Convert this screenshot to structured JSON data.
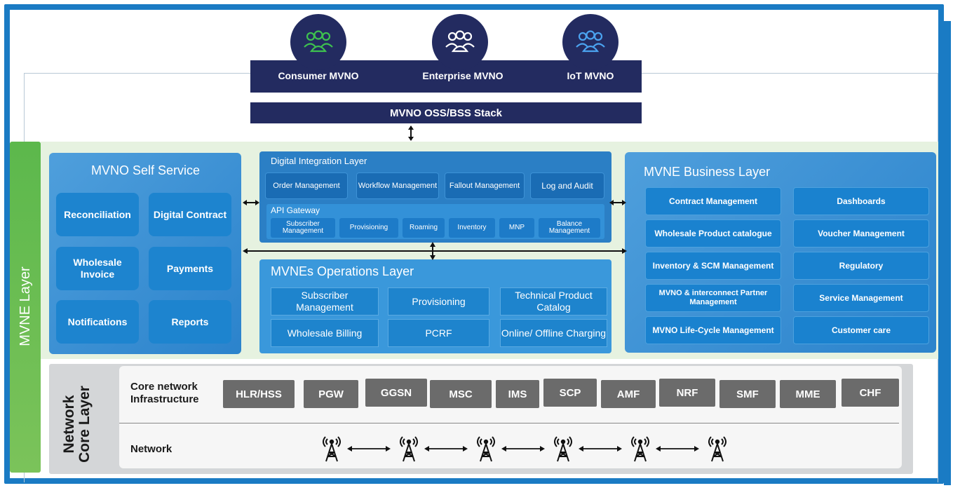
{
  "personas": [
    {
      "label": "Consumer MVNO",
      "icon": "people-group-icon",
      "icon_color": "#3ec14f"
    },
    {
      "label": "Enterprise MVNO",
      "icon": "people-group-icon",
      "icon_color": "#ffffff"
    },
    {
      "label": "IoT MVNO",
      "icon": "people-group-icon",
      "icon_color": "#4ba3f0"
    }
  ],
  "stack_label": "MVNO OSS/BSS Stack",
  "mvne_layer_label": "MVNE Layer",
  "self_service": {
    "title": "MVNO Self Service",
    "items": [
      "Reconciliation",
      "Digital Contract",
      "Wholesale Invoice",
      "Payments",
      "Notifications",
      "Reports"
    ]
  },
  "digital_integration": {
    "title": "Digital Integration Layer",
    "items": [
      "Order Management",
      "Workflow Management",
      "Fallout Management",
      "Log and Audit"
    ],
    "api_gateway": {
      "title": "API Gateway",
      "items": [
        "Subscriber Management",
        "Provisioning",
        "Roaming",
        "Inventory",
        "MNP",
        "Balance Management"
      ]
    }
  },
  "operations": {
    "title": "MVNEs Operations Layer",
    "items": [
      "Subscriber Management",
      "Provisioning",
      "Technical Product Catalog",
      "Wholesale Billing",
      "PCRF",
      "Online/ Offline Charging"
    ]
  },
  "business": {
    "title": "MVNE Business Layer",
    "left": [
      "Contract Management",
      "Wholesale Product catalogue",
      "Inventory & SCM Management",
      "MVNO & interconnect Partner Management",
      "MVNO Life-Cycle Management"
    ],
    "right": [
      "Dashboards",
      "Voucher Management",
      "Regulatory",
      "Service Management",
      "Customer care"
    ]
  },
  "core": {
    "title": "Network Core Layer",
    "infra_label": "Core network Infrastructure",
    "network_label": "Network",
    "elements": [
      "HLR/HSS",
      "PGW",
      "GGSN",
      "MSC",
      "IMS",
      "SCP",
      "AMF",
      "NRF",
      "SMF",
      "MME",
      "CHF"
    ],
    "tower_icon": "cell-tower-icon",
    "tower_count": 6
  },
  "colors": {
    "navy": "#232b60",
    "frame_blue": "#1a7bc4",
    "mvne_green": "#5cb84c",
    "node_gray": "#6b6b6b"
  }
}
